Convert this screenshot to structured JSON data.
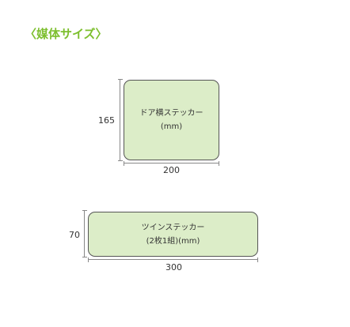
{
  "heading": "〈媒体サイズ〉",
  "stickers": [
    {
      "line1": "ドア横ステッカー",
      "line2": "(mm)",
      "width_label": "200",
      "height_label": "165"
    },
    {
      "line1": "ツインステッカー",
      "line2": "(2枚1組)(mm)",
      "width_label": "300",
      "height_label": "70"
    }
  ],
  "colors": {
    "heading": "#7dbf2e",
    "sticker_fill": "#dcedc8",
    "sticker_border": "#555555",
    "dimension_line": "#888888"
  }
}
